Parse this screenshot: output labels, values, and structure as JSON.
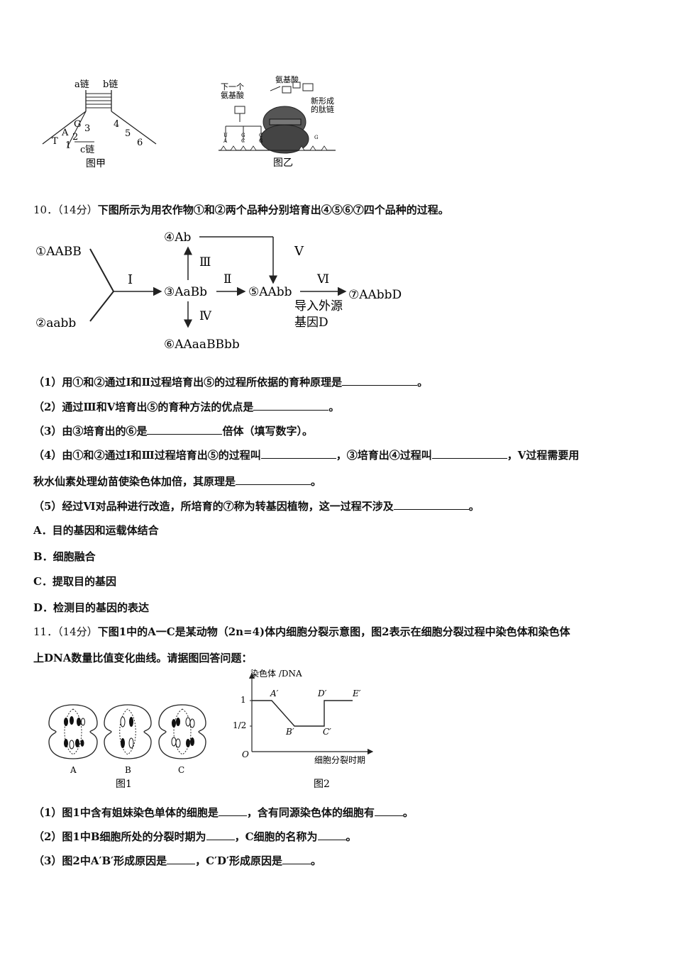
{
  "fig_jia": {
    "strand_a": "a链",
    "strand_b": "b链",
    "strand_c": "c链",
    "bases_left": [
      "T",
      "A",
      "G",
      "1",
      "2",
      "3"
    ],
    "bases_right": [
      "4",
      "5",
      "6"
    ],
    "caption": "图甲"
  },
  "fig_yi": {
    "next_amino": "下一个\n氨基酸",
    "next_amino_l1": "下一个",
    "next_amino_l2": "氨基酸",
    "amino": "氨基酸",
    "new_chain_l1": "新形成",
    "new_chain_l2": "的肽链",
    "codon_letters": [
      "U",
      "A",
      "G",
      "C",
      "C",
      "G",
      "G"
    ],
    "caption": "图乙"
  },
  "q10": {
    "num": "10．",
    "score": "（14分）",
    "stem": "下图所示为用农作物①和②两个品种分别培育出④⑤⑥⑦四个品种的过程。",
    "diagram": {
      "n1": "①AABB",
      "n2": "②aabb",
      "n3": "③AaBb",
      "n4": "④Ab",
      "n5": "⑤AAbb",
      "n6": "⑥AAaaBBbb",
      "n7": "⑦AAbbD",
      "p1": "Ⅰ",
      "p2": "Ⅱ",
      "p3": "Ⅲ",
      "p4": "Ⅳ",
      "p5": "Ⅴ",
      "p6": "Ⅵ",
      "note_l1": "导入外源",
      "note_l2": "基因D"
    },
    "s1": "（1）用①和②通过Ⅰ和Ⅱ过程培育出⑤的过程所依据的育种原理是",
    "s1_end": "。",
    "s2": "（2）通过Ⅲ和Ⅴ培育出⑤的育种方法的优点是",
    "s2_end": "。",
    "s3": "（3）由③培育出的⑥是",
    "s3_end": "倍体（填写数字）。",
    "s4a": "（4）由①和②通过Ⅰ和Ⅲ过程培育出⑤的过程叫",
    "s4b": "，③培育出④过程叫",
    "s4c": "，Ⅴ过程需要用",
    "s4d": "秋水仙素处理幼苗使染色体加倍，其原理是",
    "s4_end": "。",
    "s5": "（5）经过Ⅵ对品种进行改造，所培育的⑦称为转基因植物，这一过程不涉及",
    "s5_end": "。",
    "optA": "A．目的基因和运载体结合",
    "optB": "B．细胞融合",
    "optC": "C．提取目的基因",
    "optD": "D．检测目的基因的表达"
  },
  "q11": {
    "num": "11．",
    "score": "（14分）",
    "stem1": "下图1中的A一C是某动物（2n=4)体内细胞分裂示意图，图2表示在细胞分裂过程中染色体和染色体",
    "stem2": "上DNA数量比值变化曲线。请据图回答问题：",
    "fig1": {
      "labels": [
        "A",
        "B",
        "C"
      ],
      "caption": "图1"
    },
    "fig2": {
      "ylabel": "染色体 /DNA",
      "xlabel": "细胞分裂时期",
      "origin": "O",
      "y_ticks": [
        "1",
        "1/2"
      ],
      "points": [
        "A′",
        "B′",
        "C′",
        "D′",
        "E′"
      ],
      "caption": "图2"
    },
    "s1a": "（1）图1中含有姐妹染色单体的细胞是",
    "s1b": "，含有同源染色体的细胞有",
    "s1_end": "。",
    "s2a": "（2）图1中B细胞所处的分裂时期为",
    "s2b": "，C细胞的名称为",
    "s2_end": "。",
    "s3a": "（3）图2中A′B′形成原因是",
    "s3b": "，C′D′形成原因是",
    "s3_end": "。"
  },
  "chart_data": {
    "type": "line",
    "x": [
      "A′",
      "B′",
      "C′",
      "D′",
      "E′"
    ],
    "series": [
      {
        "values": [
          1,
          0.5,
          0.5,
          1,
          1
        ]
      }
    ],
    "xlabel": "细胞分裂时期",
    "ylabel": "染色体 /DNA",
    "y_ticks": [
      "1",
      "1/2"
    ]
  }
}
